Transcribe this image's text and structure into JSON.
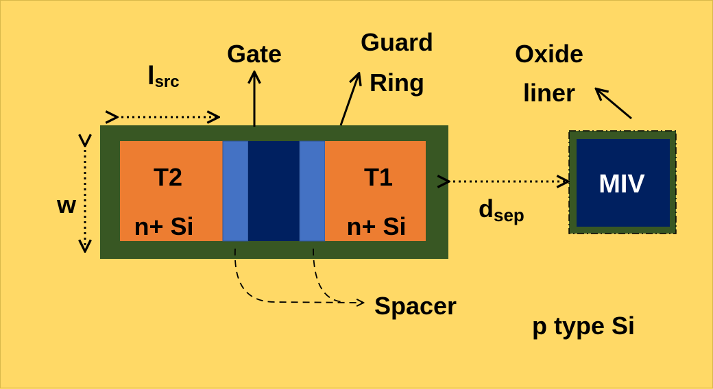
{
  "labels": {
    "gate": "Gate",
    "guard_ring_line1": "Guard",
    "guard_ring_line2": "Ring",
    "oxide_liner_line1": "Oxide",
    "oxide_liner_line2": "liner",
    "l_src_main": "l",
    "l_src_sub": "src",
    "w": "w",
    "t2": "T2",
    "t2_material": "n+ Si",
    "t1": "T1",
    "t1_material": "n+ Si",
    "d_sep_main": "d",
    "d_sep_sub": "sep",
    "miv": "MIV",
    "spacer": "Spacer",
    "substrate": "p type Si"
  },
  "colors": {
    "background": "#ffd966",
    "guard_ring": "#385723",
    "n_plus_si": "#ed7d31",
    "spacer": "#4472c4",
    "gate": "#002060",
    "miv": "#002060",
    "text": "#000000",
    "miv_text": "#ffffff"
  }
}
